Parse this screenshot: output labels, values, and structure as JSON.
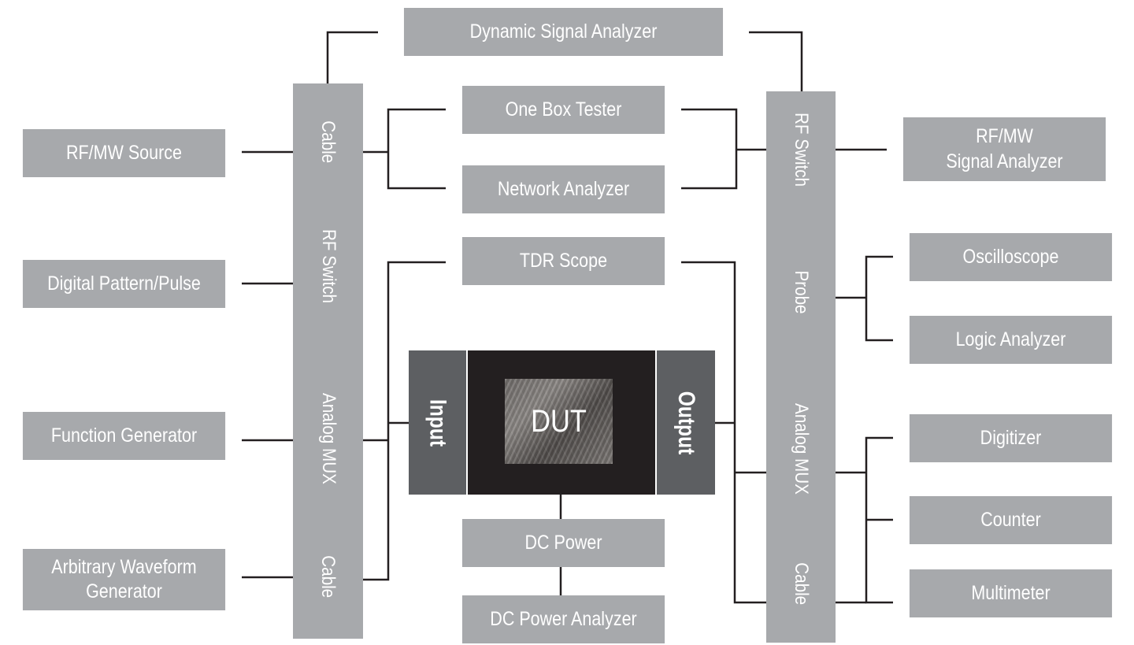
{
  "instruments": {
    "dynamic_signal_analyzer": "Dynamic Signal Analyzer",
    "one_box_tester": "One Box Tester",
    "network_analyzer": "Network Analyzer",
    "tdr_scope": "TDR Scope",
    "rf_mw_source": "RF/MW Source",
    "digital_pattern_pulse": "Digital Pattern/Pulse",
    "function_generator": "Function Generator",
    "arbitrary_waveform_generator": "Arbitrary Waveform\nGenerator",
    "rf_mw_signal_analyzer": "RF/MW\nSignal Analyzer",
    "oscilloscope": "Oscilloscope",
    "logic_analyzer": "Logic Analyzer",
    "digitizer": "Digitizer",
    "counter": "Counter",
    "multimeter": "Multimeter",
    "dc_power": "DC Power",
    "dc_power_analyzer": "DC Power Analyzer"
  },
  "left_bus": {
    "cable_top": "Cable",
    "rf_switch": "RF Switch",
    "analog_mux": "Analog MUX",
    "cable_bottom": "Cable"
  },
  "right_bus": {
    "rf_switch": "RF Switch",
    "probe": "Probe",
    "analog_mux": "Analog MUX",
    "cable": "Cable"
  },
  "dut": {
    "label": "DUT",
    "input": "Input",
    "output": "Output"
  },
  "colors": {
    "box": "#a7a9ac",
    "io_panel": "#5d5f62",
    "dut_body": "#231f20",
    "line": "#231f20",
    "text": "#ffffff"
  }
}
